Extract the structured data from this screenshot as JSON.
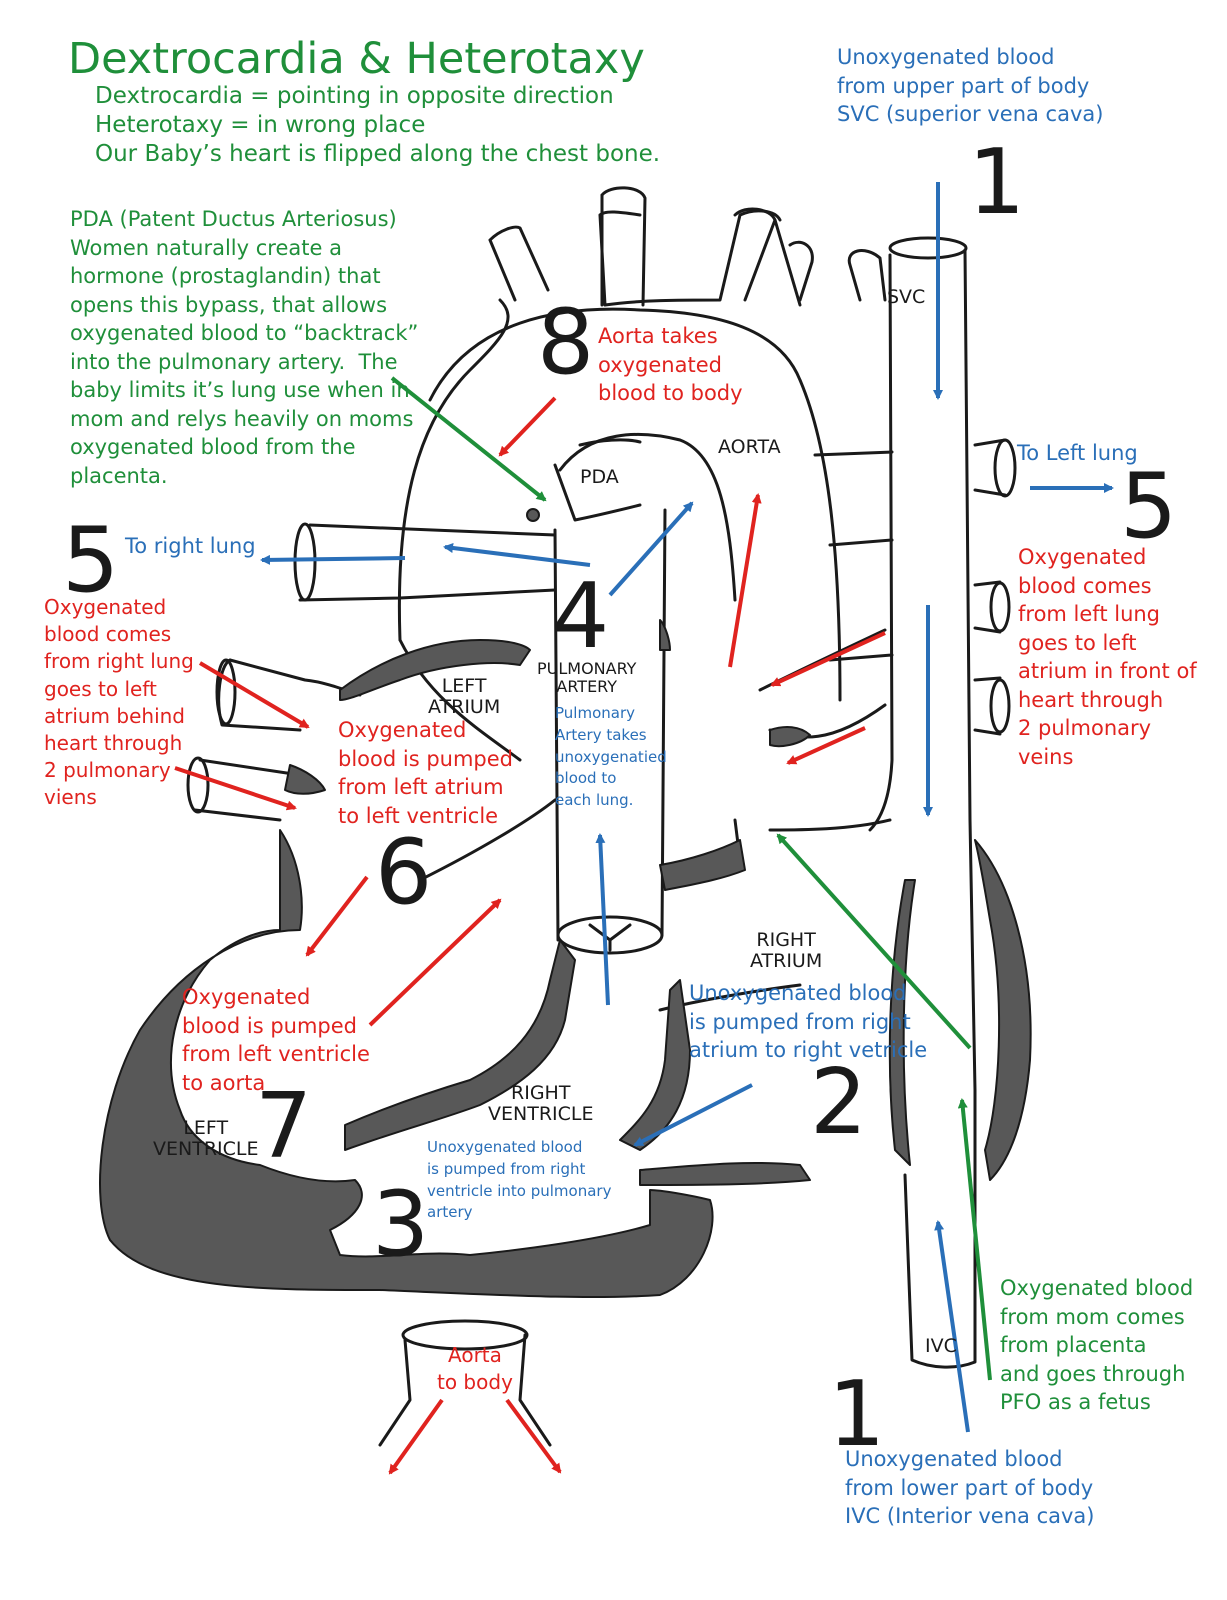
{
  "title": "Dextrocardia & Heterotaxy",
  "subtitle_lines": [
    "Dextrocardia = pointing in opposite direction",
    "Heterotaxy = in wrong place",
    "Our Baby’s heart is flipped along the chest bone."
  ],
  "colors": {
    "oxygenated": "#e0231f",
    "unoxygenated": "#2a6fb8",
    "fetal": "#1f8f3a",
    "wall": "#585858",
    "outline": "#1a1a1a"
  },
  "labels": {
    "svc": "SVC",
    "ivc": "IVC",
    "aorta": "AORTA",
    "pda": "PDA",
    "pulmonary_artery": "PULMONARY\nARTERY",
    "left_atrium": "LEFT\nATRIUM",
    "right_atrium": "RIGHT\nATRIUM",
    "right_ventricle": "RIGHT\nVENTRICLE",
    "left_ventricle": "LEFT\nVENTRICLE"
  },
  "steps": {
    "n1_top": "1",
    "n1_bottom": "1",
    "n2": "2",
    "n3": "3",
    "n4": "4",
    "n5_left": "5",
    "n5_right": "5",
    "n6": "6",
    "n7": "7",
    "n8": "8"
  },
  "notes": {
    "svc_top": "Unoxygenated blood\nfrom upper part of body\nSVC (superior vena cava)",
    "pda": "PDA (Patent Ductus Arteriosus)\nWomen naturally create a\nhormone (prostaglandin) that\nopens this bypass, that allows\noxygenated blood to “backtrack”\ninto the pulmonary artery.  The\nbaby limits it’s lung use when in\nmom and relys heavily on moms\noxygenated blood from the\nplacenta.",
    "aorta_takes": "Aorta takes\noxygenated\nblood to body",
    "to_left_lung": "To Left lung",
    "to_right_lung": "To right lung",
    "right_lung_veins": "Oxygenated\nblood comes\nfrom right lung\ngoes to left\natrium behind\nheart through\n2 pulmonary\nviens",
    "left_lung_veins": "Oxygenated\nblood comes\nfrom left lung\ngoes to left\natrium in front of\nheart through\n2 pulmonary\nveins",
    "la_to_lv": "Oxygenated\nblood is pumped\nfrom left atrium\nto left ventricle",
    "lv_to_aorta": "Oxygenated\nblood is pumped\nfrom left ventricle\nto aorta",
    "pa_takes": "Pulmonary\nArtery takes\nunoxygenatied\nblood to\neach lung.",
    "ra_to_rv": "Unoxygenated blood\nis pumped from right\natrium to right vetricle",
    "rv_to_pa": "Unoxygenated blood\nis pumped from right\nventricle into pulmonary\nartery",
    "aorta_to_body": "Aorta\nto body",
    "placenta": "Oxygenated blood\nfrom mom comes\nfrom placenta\nand goes through\nPFO as a fetus",
    "ivc_bottom": "Unoxygenated blood\nfrom lower part of body\nIVC (Interior vena cava)"
  }
}
